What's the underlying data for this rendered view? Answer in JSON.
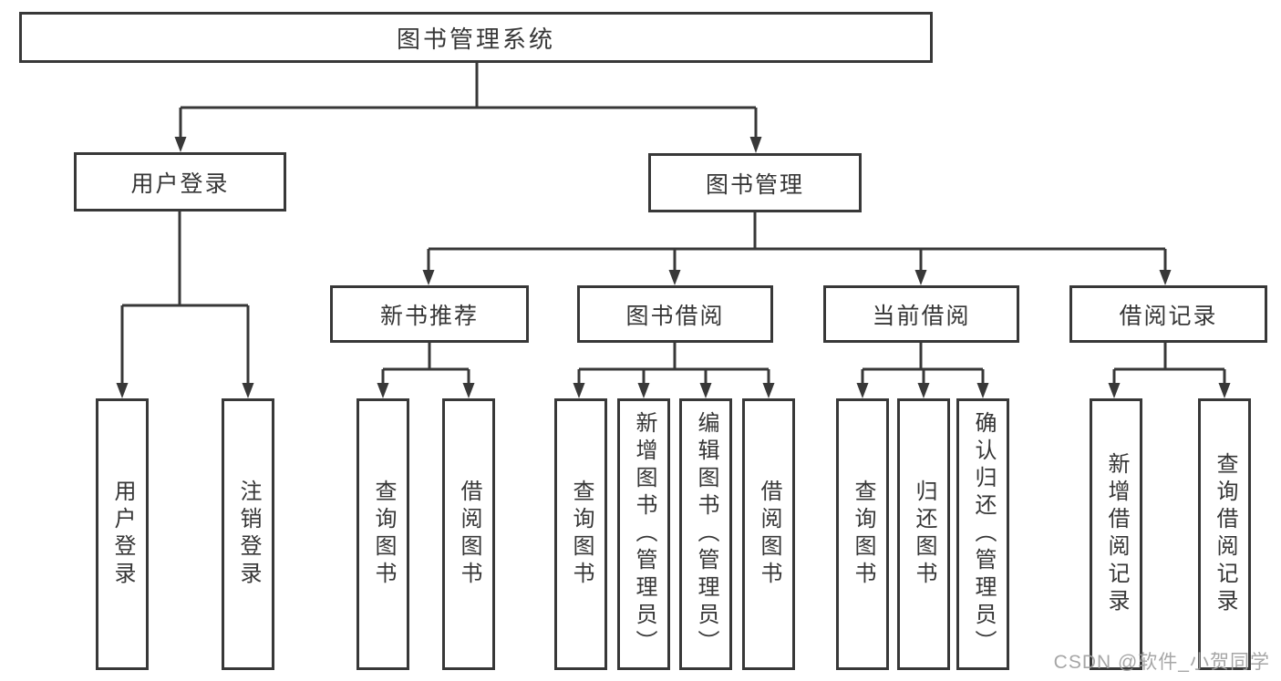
{
  "diagram": {
    "root": {
      "label": "图书管理系统"
    },
    "branches": [
      {
        "label": "用户登录",
        "children": [
          {
            "label": "用户登录"
          },
          {
            "label": "注销登录"
          }
        ]
      },
      {
        "label": "图书管理",
        "children": [
          {
            "label": "新书推荐",
            "children": [
              {
                "label": "查询图书"
              },
              {
                "label": "借阅图书"
              }
            ]
          },
          {
            "label": "图书借阅",
            "children": [
              {
                "label": "查询图书"
              },
              {
                "label": "新增图书（管理员）"
              },
              {
                "label": "编辑图书（管理员）"
              },
              {
                "label": "借阅图书"
              }
            ]
          },
          {
            "label": "当前借阅",
            "children": [
              {
                "label": "查询图书"
              },
              {
                "label": "归还图书"
              },
              {
                "label": "确认归还（管理员）"
              }
            ]
          },
          {
            "label": "借阅记录",
            "children": [
              {
                "label": "新增借阅记录"
              },
              {
                "label": "查询借阅记录"
              }
            ]
          }
        ]
      }
    ],
    "watermark": "CSDN @软件_小贺同学",
    "colors": {
      "line": "#383838",
      "box_border": "#383838",
      "text": "#363636",
      "background": "#ffffff",
      "watermark": "#9e9e9e"
    }
  }
}
